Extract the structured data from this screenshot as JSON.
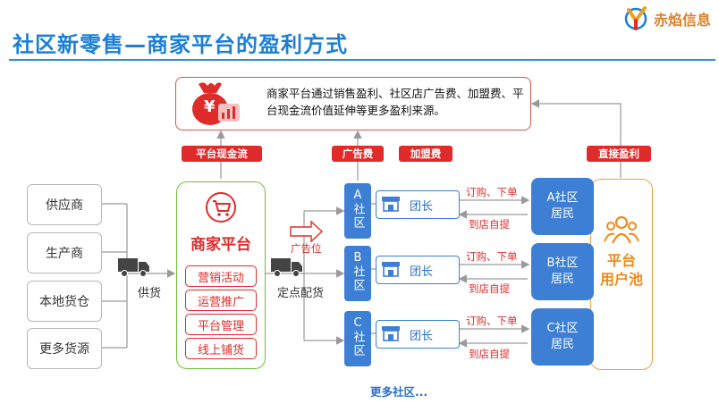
{
  "header": {
    "title": "社区新零售—商家平台的盈利方式",
    "logo_text": "赤焰信息"
  },
  "summary": {
    "text": "商家平台通过销售盈利、社区店广告费、加盟费、平台现金流价值延伸等更多盈利来源。",
    "icon_symbol": "¥"
  },
  "tags": {
    "platform_cash": "平台现金流",
    "ad_fee": "广告费",
    "franchise_fee": "加盟费",
    "direct_profit": "直接盈利"
  },
  "suppliers": [
    "供应商",
    "生产商",
    "本地货仓",
    "更多货源"
  ],
  "flow_labels": {
    "supply": "供货",
    "fixed_delivery": "定点配货",
    "ad_space": "广告位"
  },
  "platform": {
    "title": "商家平台",
    "functions": [
      "营销活动",
      "运营推广",
      "平台管理",
      "线上铺货"
    ]
  },
  "communities": [
    {
      "letter": "A",
      "label": "社区",
      "leader": "团长",
      "order": "订购、下单",
      "pickup": "到店自提",
      "resident": "A社区居民"
    },
    {
      "letter": "B",
      "label": "社区",
      "leader": "团长",
      "order": "订购、下单",
      "pickup": "到店自提",
      "resident": "B社区居民"
    },
    {
      "letter": "C",
      "label": "社区",
      "leader": "团长",
      "order": "订购、下单",
      "pickup": "到店自提",
      "resident": "C社区居民"
    }
  ],
  "more_communities": "更多社区...",
  "user_pool": {
    "line1": "平台",
    "line2": "用户池"
  },
  "colors": {
    "title_blue": "#1c7fd6",
    "red": "#e02b2b",
    "blue": "#3d7fd4",
    "green": "#6fbf3a",
    "orange": "#f08a1a",
    "grey": "#b8b8b8"
  }
}
